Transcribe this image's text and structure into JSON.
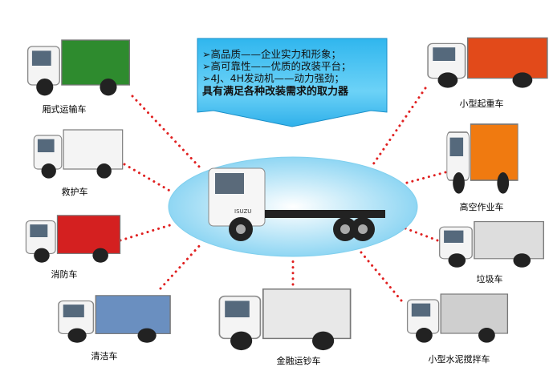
{
  "callout": {
    "lines": [
      "➢高品质——企业实力和形象；",
      "➢高可靠性——优质的改装平台；",
      "➢4J、4H发动机——动力强劲；"
    ],
    "bold": "具有满足各种改装需求的取力器"
  },
  "center_vehicle": {
    "brand": "ISUZU"
  },
  "vehicles": [
    {
      "label": "厢式运输车",
      "body": "#2e8b2e"
    },
    {
      "label": "救护车",
      "body": "#f4f4f4"
    },
    {
      "label": "消防车",
      "body": "#d42020"
    },
    {
      "label": "清洁车",
      "body": "#6a8fc0"
    },
    {
      "label": "金融运钞车",
      "body": "#e8e8e8"
    },
    {
      "label": "小型水泥搅拌车",
      "body": "#cfcfcf"
    },
    {
      "label": "垃圾车",
      "body": "#dddddd"
    },
    {
      "label": "高空作业车",
      "body": "#f07a10"
    },
    {
      "label": "小型起重车",
      "body": "#e24a1a"
    }
  ],
  "colors": {
    "ellipse": "#a8def5",
    "callout": "#3cc0f0",
    "dots": "#e02020"
  }
}
